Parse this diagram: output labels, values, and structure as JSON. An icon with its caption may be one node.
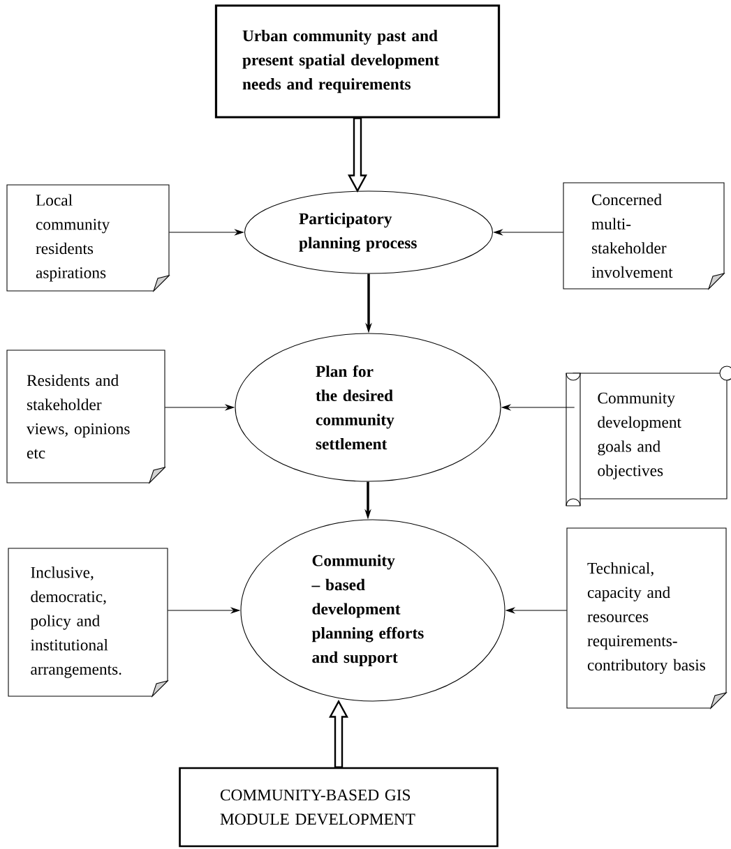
{
  "diagram": {
    "nodes": [
      {
        "text": [
          "Urban community past and present spatial development needs and requirements"
        ]
      },
      {
        "text": [
          "Participatory planning process"
        ]
      },
      {
        "text": [
          "Local community residents aspirations"
        ]
      },
      {
        "text": [
          "Concerned multi-stakeholder involvement"
        ]
      },
      {
        "text": [
          "Plan for the desired community settlement"
        ]
      },
      {
        "text": [
          "Residents and stakeholder views, opinions etc"
        ]
      },
      {
        "text": [
          "Community development goals and objectives"
        ]
      },
      {
        "text": [
          "Community – based development planning efforts and support"
        ]
      },
      {
        "text": [
          "Inclusive, democratic, policy and institutional arrangements."
        ]
      },
      {
        "text": [
          "Technical, capacity and resources requirements-contributory basis"
        ]
      },
      {
        "text": [
          "COMMUNITY-BASED GIS MODULE DEVELOPMENT"
        ]
      }
    ],
    "edges": [
      {
        "from": 0,
        "to": 1,
        "arrow": "to",
        "style": "thick"
      },
      {
        "from": 2,
        "to": 1,
        "arrow": "to"
      },
      {
        "from": 3,
        "to": 1,
        "arrow": "to"
      },
      {
        "from": 1,
        "to": 4,
        "arrow": "to",
        "style": "thick"
      },
      {
        "from": 5,
        "to": 4,
        "arrow": "to"
      },
      {
        "from": 6,
        "to": 4,
        "arrow": "to"
      },
      {
        "from": 4,
        "to": 7,
        "arrow": "to",
        "style": "thick"
      },
      {
        "from": 8,
        "to": 7,
        "arrow": "to"
      },
      {
        "from": 9,
        "to": 7,
        "arrow": "to"
      },
      {
        "from": 10,
        "to": 7,
        "arrow": "to",
        "style": "thick"
      }
    ]
  }
}
